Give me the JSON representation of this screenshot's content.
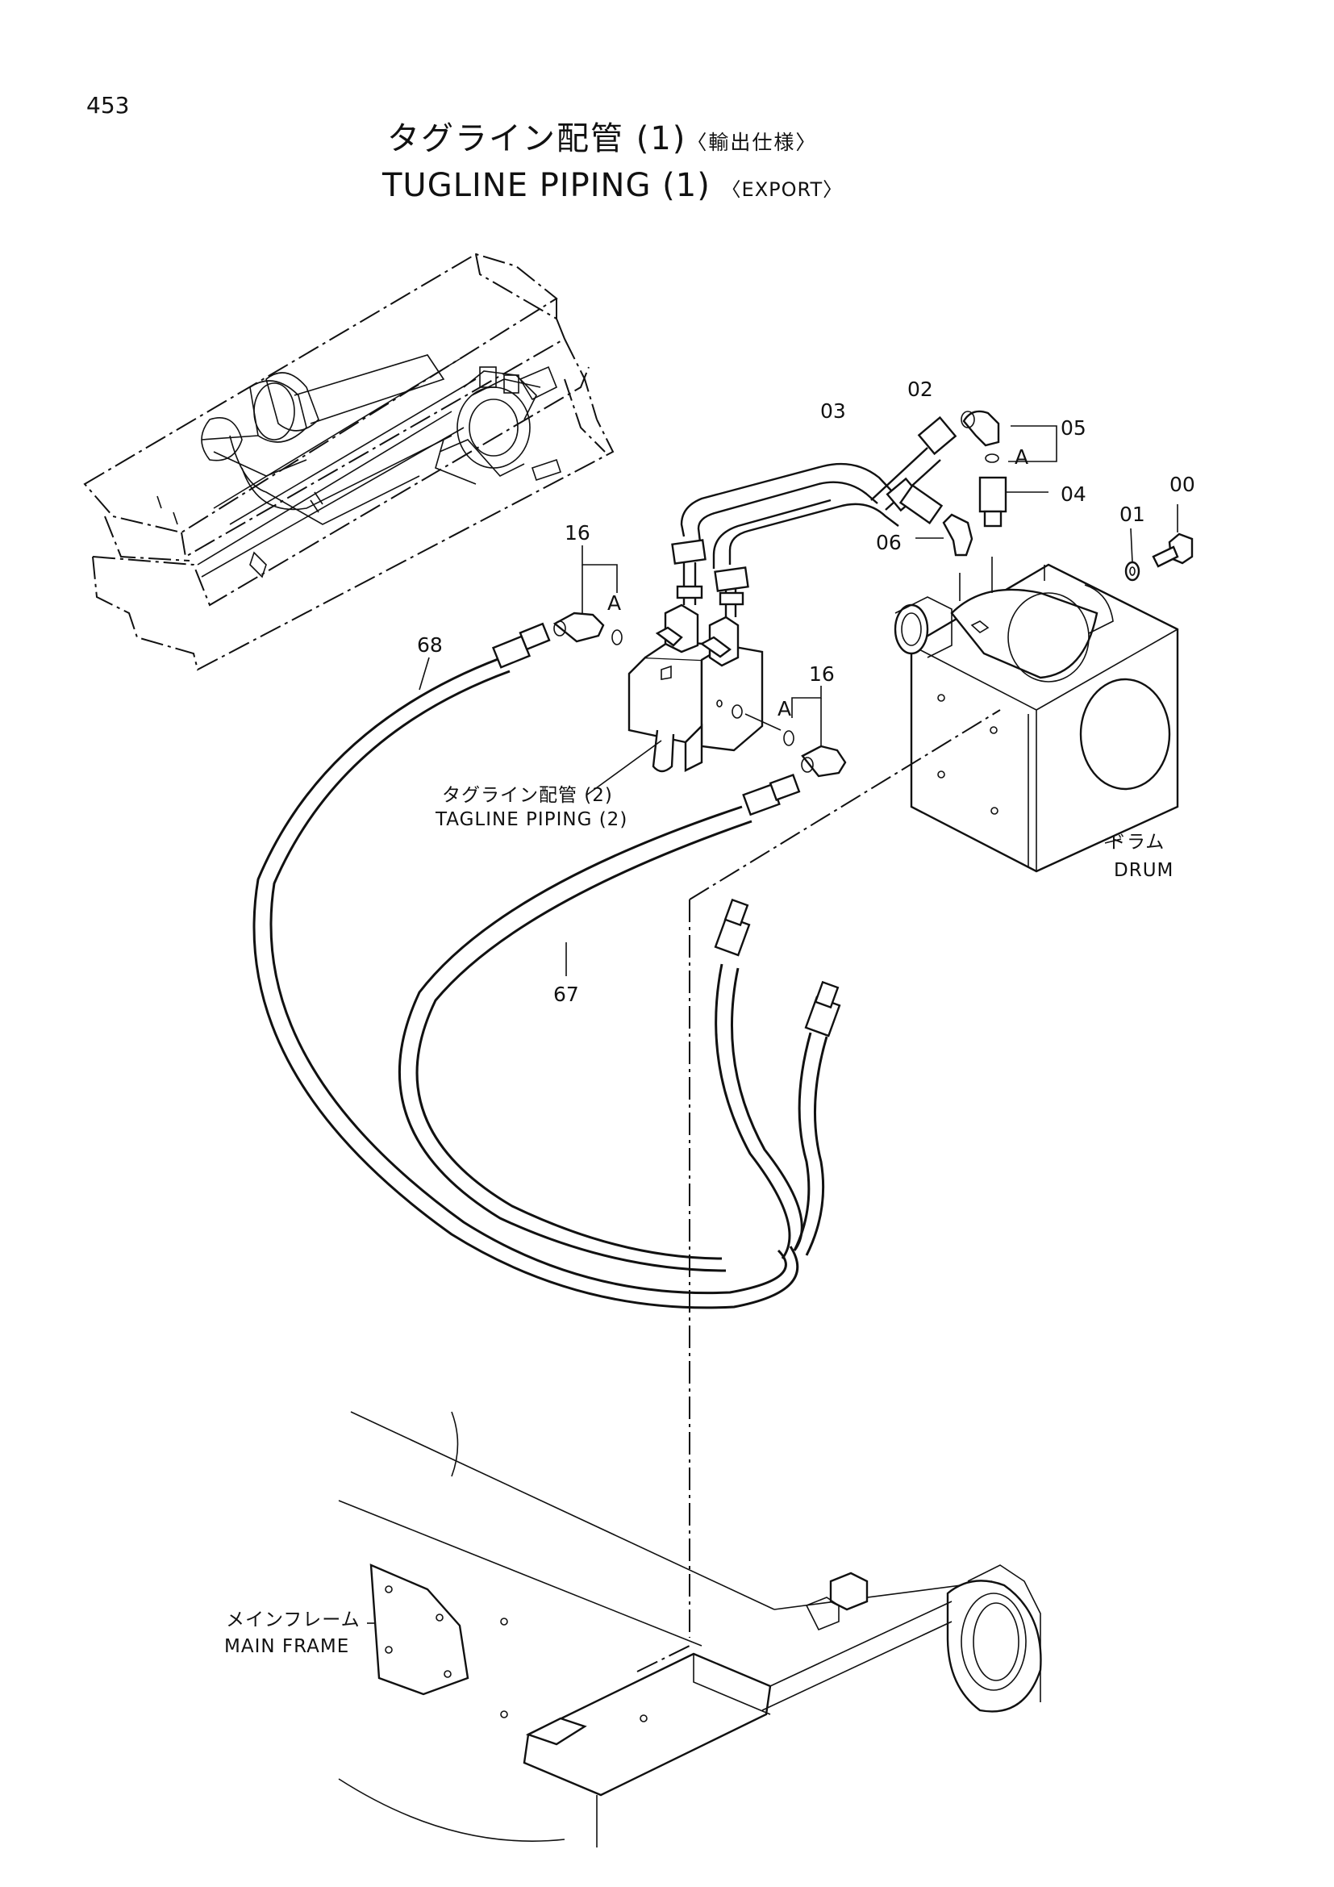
{
  "page_number": "453",
  "title": {
    "jp": "タグライン配管 (1)",
    "jp_note": "〈輸出仕様〉",
    "en": "TUGLINE PIPING (1)",
    "en_note": "〈EXPORT〉"
  },
  "part_labels": {
    "p00": "00",
    "p01": "01",
    "p02": "02",
    "p03": "03",
    "p04": "04",
    "p05": "05",
    "p06": "06",
    "p16a": "16",
    "p16b": "16",
    "p67": "67",
    "p68": "68",
    "a1": "A",
    "a2": "A",
    "a3": "A"
  },
  "captions": {
    "tagline2_jp": "タグライン配管 (2)",
    "tagline2_en": "TAGLINE PIPING (2)",
    "drum_jp": "ドラム",
    "drum_en": "DRUM",
    "mainframe_jp": "メインフレーム",
    "mainframe_en": "MAIN FRAME"
  }
}
